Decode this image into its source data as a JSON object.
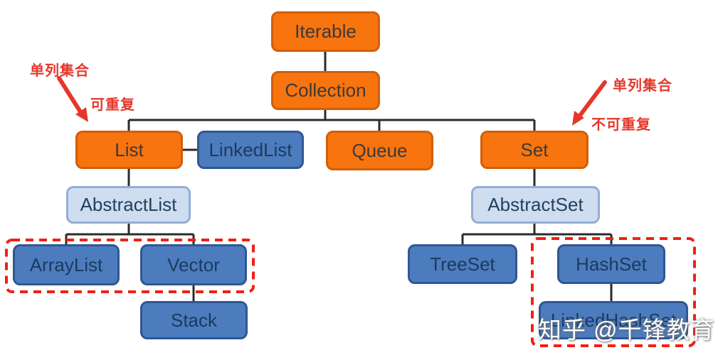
{
  "nodes": {
    "iterable": {
      "label": "Iterable",
      "style": "orange"
    },
    "collection": {
      "label": "Collection",
      "style": "orange"
    },
    "list": {
      "label": "List",
      "style": "orange"
    },
    "linkedlist": {
      "label": "LinkedList",
      "style": "blue"
    },
    "queue": {
      "label": "Queue",
      "style": "orange"
    },
    "set": {
      "label": "Set",
      "style": "orange"
    },
    "abstractlist": {
      "label": "AbstractList",
      "style": "lightblue"
    },
    "abstractset": {
      "label": "AbstractSet",
      "style": "lightblue"
    },
    "arraylist": {
      "label": "ArrayList",
      "style": "blue"
    },
    "vector": {
      "label": "Vector",
      "style": "blue"
    },
    "treeset": {
      "label": "TreeSet",
      "style": "blue"
    },
    "hashset": {
      "label": "HashSet",
      "style": "blue"
    },
    "stack": {
      "label": "Stack",
      "style": "blue"
    },
    "linkedhashset": {
      "label": "LinkedHashSet",
      "style": "blue"
    }
  },
  "hierarchy": [
    {
      "from": "Iterable",
      "to": "Collection"
    },
    {
      "from": "Collection",
      "to": "List"
    },
    {
      "from": "Collection",
      "to": "Queue"
    },
    {
      "from": "Collection",
      "to": "Set"
    },
    {
      "from": "List",
      "to": "LinkedList"
    },
    {
      "from": "List",
      "to": "AbstractList"
    },
    {
      "from": "AbstractList",
      "to": "ArrayList"
    },
    {
      "from": "AbstractList",
      "to": "Vector"
    },
    {
      "from": "Vector",
      "to": "Stack"
    },
    {
      "from": "Set",
      "to": "AbstractSet"
    },
    {
      "from": "AbstractSet",
      "to": "TreeSet"
    },
    {
      "from": "AbstractSet",
      "to": "HashSet"
    },
    {
      "from": "HashSet",
      "to": "LinkedHashSet"
    }
  ],
  "annotations": {
    "left_category": "单列集合",
    "left_note": "可重复",
    "right_category": "单列集合",
    "right_note": "不可重复"
  },
  "watermark": {
    "text": "知乎 @千锋教育"
  },
  "colors": {
    "orange_fill": "#F8740E",
    "orange_border": "#D05F0C",
    "blue_fill": "#4C7CBD",
    "blue_border": "#2F5794",
    "light_blue_fill": "#CFDDF1",
    "light_blue_border": "#93AED6",
    "connector": "#2B2B2B",
    "annotation_red": "#E5382A",
    "dashed_red": "#F02014",
    "watermark_text": "#FFFFFF"
  }
}
